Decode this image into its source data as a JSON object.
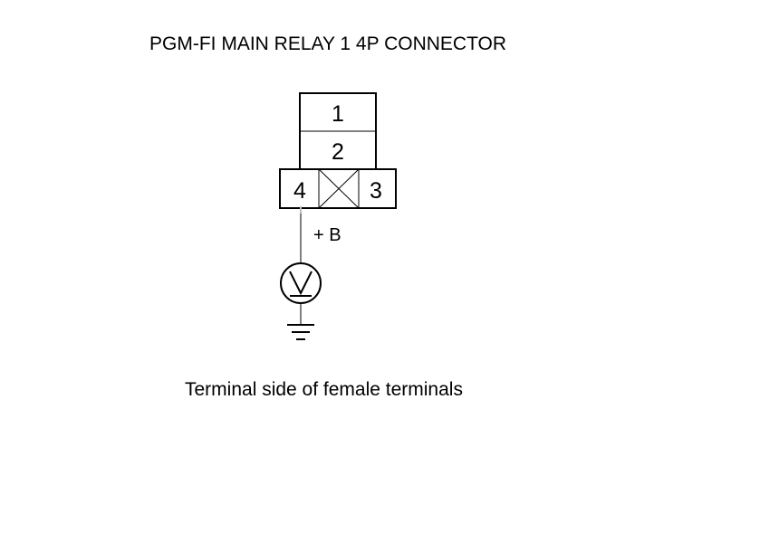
{
  "title": "PGM-FI MAIN RELAY 1 4P CONNECTOR",
  "connector": {
    "terminals": {
      "t1": "1",
      "t2": "2",
      "t3": "3",
      "t4": "4"
    }
  },
  "probe": {
    "supply_label": "+ B",
    "meter_symbol": "V"
  },
  "caption": "Terminal side of female terminals",
  "colors": {
    "line": "#000000",
    "probe_pin": "#bfbfbf",
    "background": "#ffffff"
  },
  "icons": [
    "voltmeter-icon",
    "ground-icon",
    "empty-cavity-icon"
  ]
}
